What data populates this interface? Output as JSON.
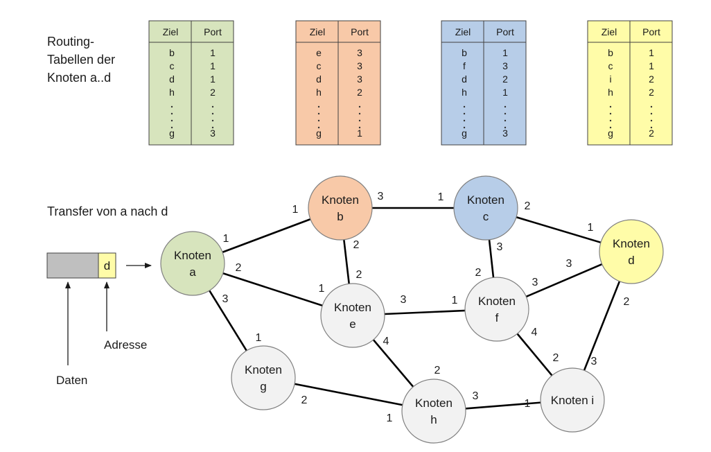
{
  "title_lines": [
    "Routing-",
    "Tabellen der",
    "Knoten a..d"
  ],
  "transfer_label": "Transfer von a nach d",
  "packet": {
    "address": "d",
    "label_address": "Adresse",
    "label_data": "Daten"
  },
  "colors": {
    "green": "#d7e4bd",
    "orange": "#f8c9a8",
    "blue": "#b7cde8",
    "yellow": "#fffca8",
    "gray": "#f2f2f2",
    "packet_gray": "#bfbfbf"
  },
  "routing_tables": [
    {
      "node": "a",
      "color": "#d7e4bd",
      "header": [
        "Ziel",
        "Port"
      ],
      "rows": [
        [
          "b",
          "1"
        ],
        [
          "c",
          "1"
        ],
        [
          "d",
          "1"
        ],
        [
          "h",
          "2"
        ]
      ],
      "last": [
        "g",
        "3"
      ]
    },
    {
      "node": "b",
      "color": "#f8c9a8",
      "header": [
        "Ziel",
        "Port"
      ],
      "rows": [
        [
          "e",
          "3"
        ],
        [
          "c",
          "3"
        ],
        [
          "d",
          "3"
        ],
        [
          "h",
          "2"
        ]
      ],
      "last": [
        "g",
        "1"
      ]
    },
    {
      "node": "c",
      "color": "#b7cde8",
      "header": [
        "Ziel",
        "Port"
      ],
      "rows": [
        [
          "b",
          "1"
        ],
        [
          "f",
          "3"
        ],
        [
          "d",
          "2"
        ],
        [
          "h",
          "1"
        ]
      ],
      "last": [
        "g",
        "3"
      ]
    },
    {
      "node": "d",
      "color": "#fffca8",
      "header": [
        "Ziel",
        "Port"
      ],
      "rows": [
        [
          "b",
          "1"
        ],
        [
          "c",
          "1"
        ],
        [
          "i",
          "2"
        ],
        [
          "h",
          "2"
        ]
      ],
      "last": [
        "g",
        "2"
      ]
    }
  ],
  "nodes": [
    {
      "id": "a",
      "label": "Knoten\na",
      "color": "#d7e4bd"
    },
    {
      "id": "b",
      "label": "Knoten\nb",
      "color": "#f8c9a8"
    },
    {
      "id": "c",
      "label": "Knoten\nc",
      "color": "#b7cde8"
    },
    {
      "id": "d",
      "label": "Knoten\nd",
      "color": "#fffca8"
    },
    {
      "id": "e",
      "label": "Knoten\ne",
      "color": "#f2f2f2"
    },
    {
      "id": "f",
      "label": "Knoten\nf",
      "color": "#f2f2f2"
    },
    {
      "id": "g",
      "label": "Knoten\ng",
      "color": "#f2f2f2"
    },
    {
      "id": "h",
      "label": "Knoten\nh",
      "color": "#f2f2f2"
    },
    {
      "id": "i",
      "label": "Knoten i",
      "color": "#f2f2f2"
    }
  ],
  "edges": [
    {
      "from": "a",
      "to": "b",
      "port_from": "1",
      "port_to": "1"
    },
    {
      "from": "a",
      "to": "e",
      "port_from": "2",
      "port_to": "1"
    },
    {
      "from": "a",
      "to": "g",
      "port_from": "3",
      "port_to": "1"
    },
    {
      "from": "b",
      "to": "c",
      "port_from": "3",
      "port_to": "1"
    },
    {
      "from": "b",
      "to": "e",
      "port_from": "2",
      "port_to": "2"
    },
    {
      "from": "c",
      "to": "d",
      "port_from": "2",
      "port_to": "1"
    },
    {
      "from": "c",
      "to": "f",
      "port_from": "3",
      "port_to": "2"
    },
    {
      "from": "e",
      "to": "f",
      "port_from": "3",
      "port_to": "1"
    },
    {
      "from": "e",
      "to": "h",
      "port_from": "4",
      "port_to": "2"
    },
    {
      "from": "f",
      "to": "d",
      "port_from": "3",
      "port_to": "3"
    },
    {
      "from": "f",
      "to": "i",
      "port_from": "4",
      "port_to": "2"
    },
    {
      "from": "d",
      "to": "i",
      "port_from": "2",
      "port_to": "3"
    },
    {
      "from": "g",
      "to": "h",
      "port_from": "2",
      "port_to": "1"
    },
    {
      "from": "h",
      "to": "i",
      "port_from": "3",
      "port_to": "1"
    }
  ]
}
